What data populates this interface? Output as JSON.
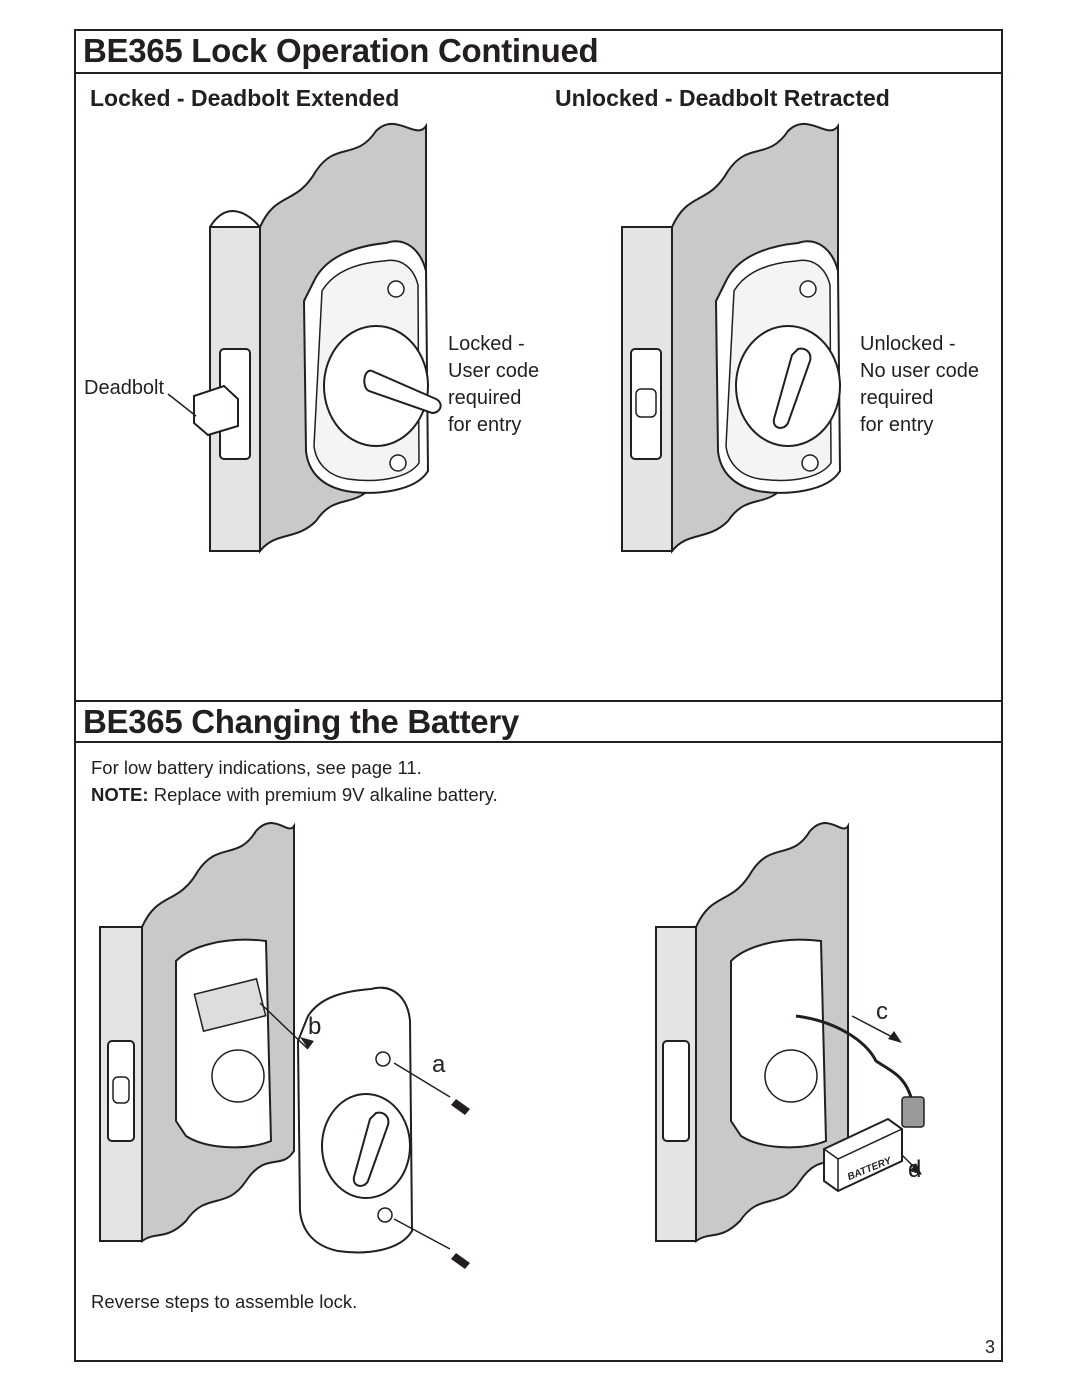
{
  "section1": {
    "title": "BE365 Lock Operation Continued",
    "locked_heading": "Locked - Deadbolt Extended",
    "unlocked_heading": "Unlocked - Deadbolt Retracted",
    "deadbolt_label": "Deadbolt",
    "locked_callout": "Locked -\nUser code\nrequired\nfor entry",
    "unlocked_callout": "Unlocked -\nNo user code\nrequired\nfor entry"
  },
  "section2": {
    "title": "BE365 Changing the Battery",
    "low_battery_text": "For low battery indications, see page 11.",
    "note_label": "NOTE:",
    "note_text": " Replace with premium 9V alkaline battery.",
    "step_b": "b",
    "step_a": "a",
    "step_c": "c",
    "step_d": "d",
    "battery_label": "BATTERY",
    "reassemble_text": "Reverse steps to assemble lock."
  },
  "page_number": "3",
  "colors": {
    "ink": "#231f20",
    "door_face": "#c9c9c9",
    "door_edge": "#e4e4e4"
  }
}
